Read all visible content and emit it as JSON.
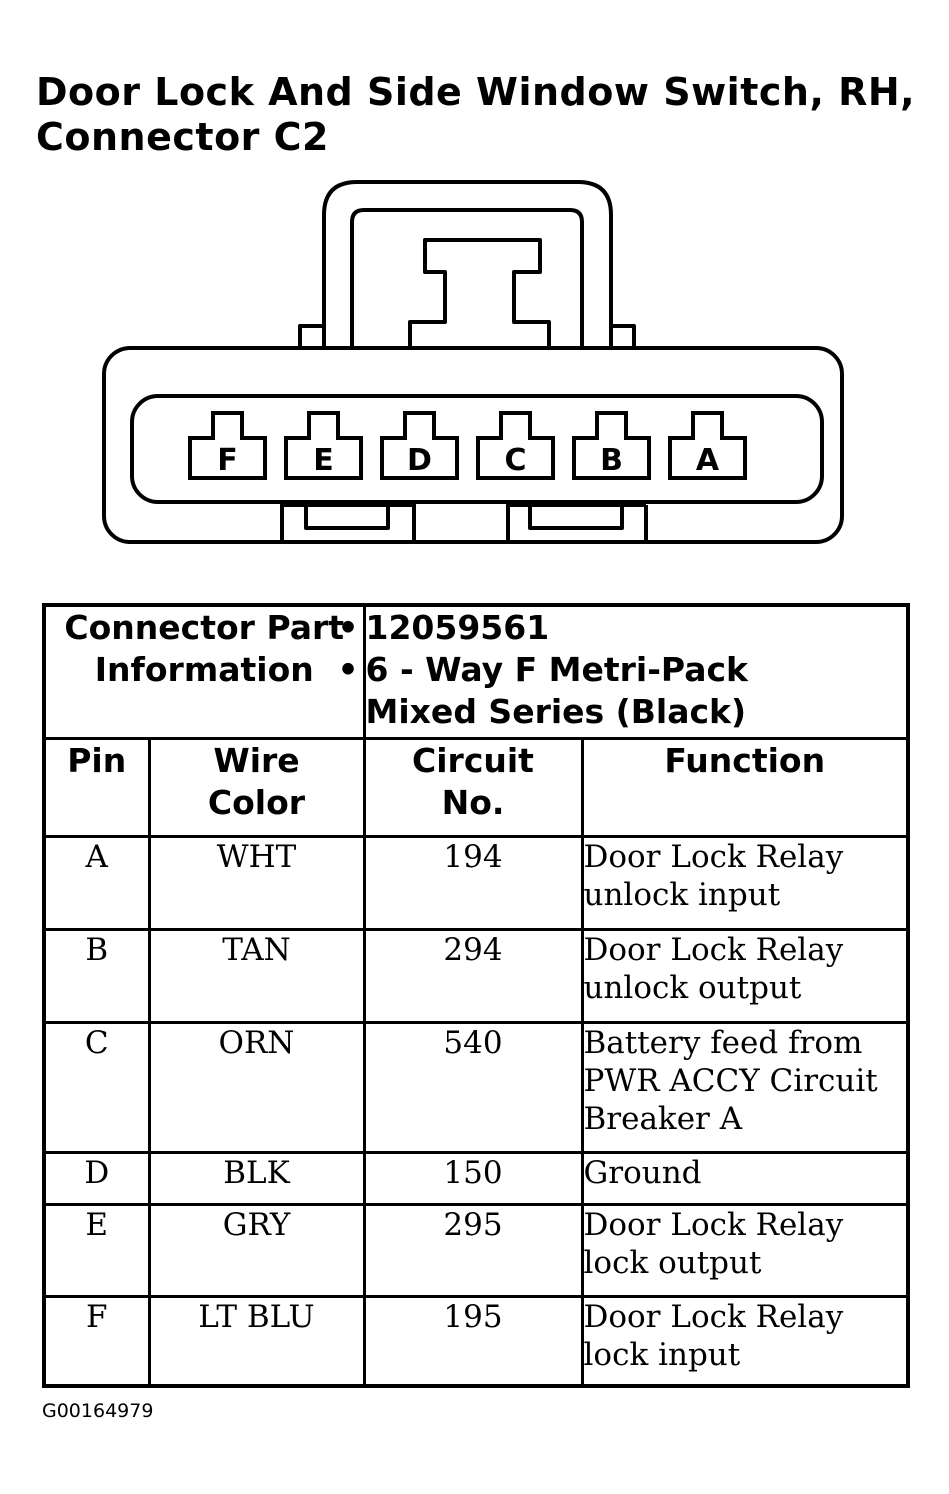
{
  "title": {
    "line1": "Door Lock And Side Window Switch, RH,",
    "line2": "Connector C2"
  },
  "connector": {
    "pins": [
      "F",
      "E",
      "D",
      "C",
      "B",
      "A"
    ]
  },
  "part_info": {
    "label_line1": "Connector Part",
    "label_line2": "Information",
    "bullet": "•",
    "part_number": "12059561",
    "description_line1": "6 - Way F Metri-Pack",
    "description_line2": "Mixed Series (Black)"
  },
  "columns": {
    "pin": "Pin",
    "wire_color_1": "Wire",
    "wire_color_2": "Color",
    "circuit_1": "Circuit",
    "circuit_2": "No.",
    "function": "Function"
  },
  "rows": [
    {
      "pin": "A",
      "color": "WHT",
      "circuit": "194",
      "function": [
        "Door Lock Relay",
        "unlock input"
      ]
    },
    {
      "pin": "B",
      "color": "TAN",
      "circuit": "294",
      "function": [
        "Door Lock Relay",
        "unlock output"
      ]
    },
    {
      "pin": "C",
      "color": "ORN",
      "circuit": "540",
      "function": [
        "Battery feed from",
        "PWR ACCY Circuit",
        "Breaker A"
      ]
    },
    {
      "pin": "D",
      "color": "BLK",
      "circuit": "150",
      "function": [
        "Ground"
      ]
    },
    {
      "pin": "E",
      "color": "GRY",
      "circuit": "295",
      "function": [
        "Door Lock Relay",
        "lock output"
      ]
    },
    {
      "pin": "F",
      "color": "LT BLU",
      "circuit": "195",
      "function": [
        "Door Lock Relay",
        "lock input"
      ]
    }
  ],
  "footer": "G00164979"
}
